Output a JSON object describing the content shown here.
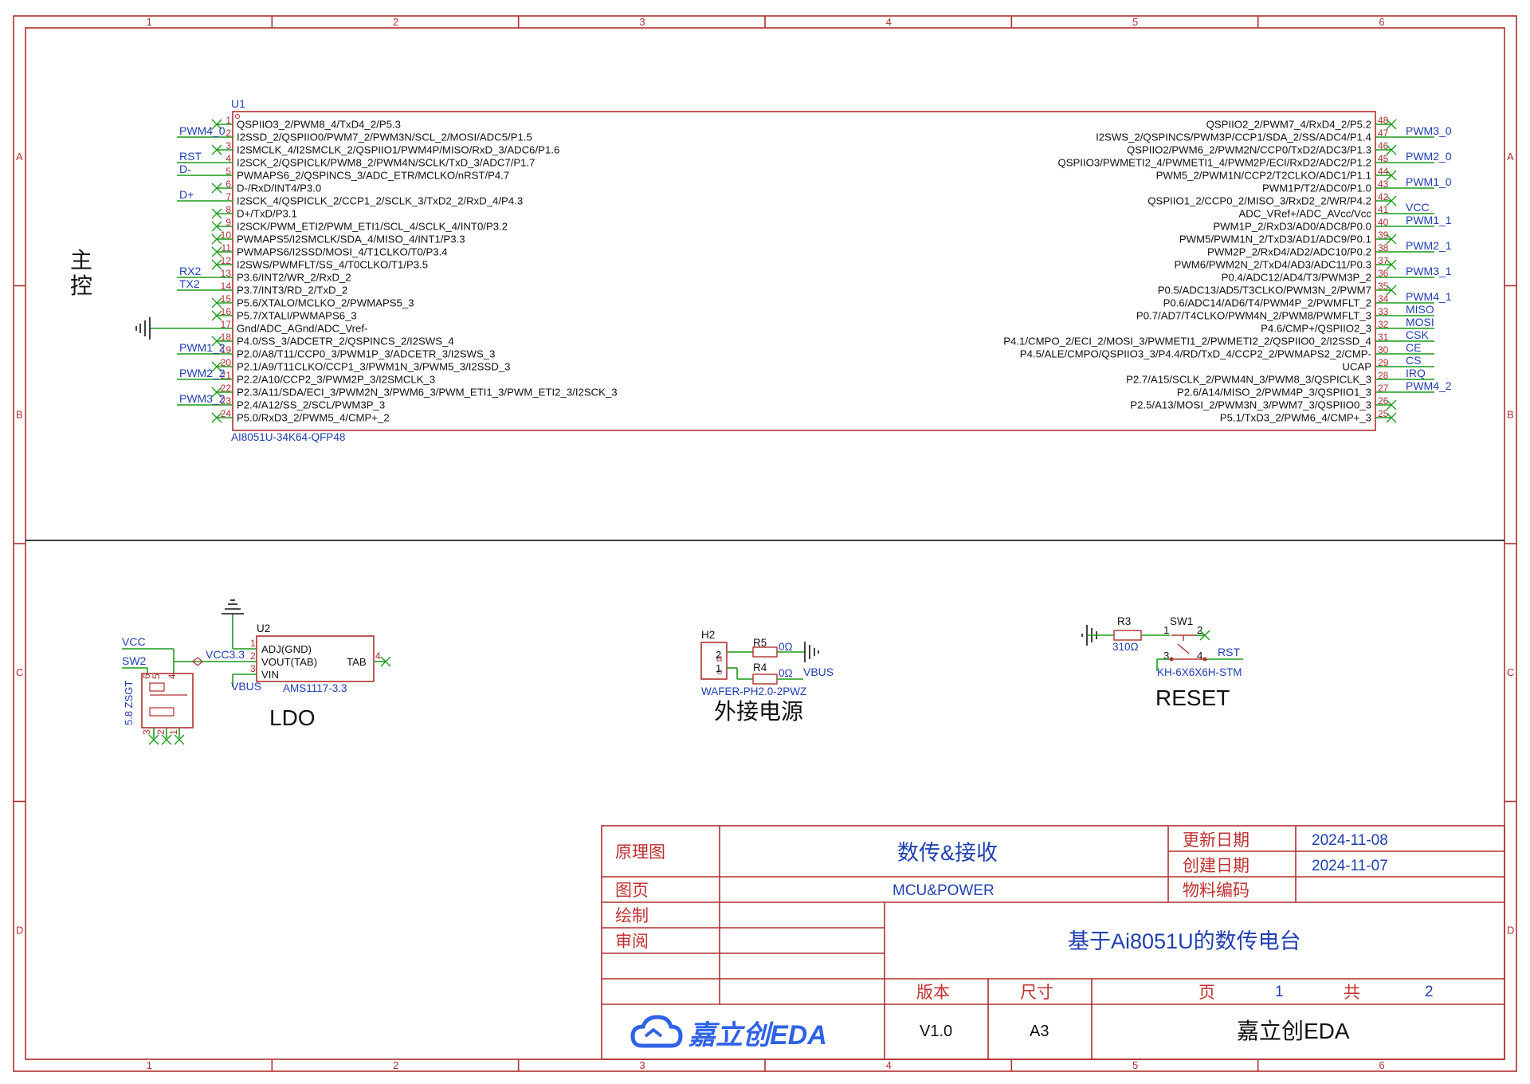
{
  "frame": {
    "cols": [
      "1",
      "2",
      "3",
      "4",
      "5",
      "6"
    ],
    "rows": [
      "A",
      "B",
      "C",
      "D"
    ]
  },
  "mcu": {
    "section_label_1": "主",
    "section_label_2": "控",
    "designator": "U1",
    "part": "AI8051U-34K64-QFP48",
    "left_pins": [
      {
        "num": "1",
        "name": "QSPIIO3_2/PWM8_4/TxD4_2/P5.3",
        "net": ""
      },
      {
        "num": "2",
        "name": "I2SSD_2/QSPIIO0/PWM7_2/PWM3N/SCL_2/MOSI/ADC5/P1.5",
        "net": "PWM4_0"
      },
      {
        "num": "3",
        "name": "I2SMCLK_4/I2SMCLK_2/QSPIIO1/PWM4P/MISO/RxD_3/ADC6/P1.6",
        "net": ""
      },
      {
        "num": "4",
        "name": "I2SCK_2/QSPICLK/PWM8_2/PWM4N/SCLK/TxD_3/ADC7/P1.7",
        "net": "RST"
      },
      {
        "num": "5",
        "name": "PWMAPS6_2/QSPINCS_3/ADC_ETR/MCLKO/nRST/P4.7",
        "net": "D-"
      },
      {
        "num": "6",
        "name": "D-/RxD/INT4/P3.0",
        "net": ""
      },
      {
        "num": "7",
        "name": "I2SCK_4/QSPICLK_2/CCP1_2/SCLK_3/TxD2_2/RxD_4/P4.3",
        "net": "D+"
      },
      {
        "num": "8",
        "name": "D+/TxD/P3.1",
        "net": ""
      },
      {
        "num": "9",
        "name": "I2SCK/PWM_ETI2/PWM_ETI1/SCL_4/SCLK_4/INT0/P3.2",
        "net": ""
      },
      {
        "num": "10",
        "name": "PWMAPS5/I2SMCLK/SDA_4/MISO_4/INT1/P3.3",
        "net": ""
      },
      {
        "num": "11",
        "name": "PWMAPS6/I2SSD/MOSI_4/T1CLKO/T0/P3.4",
        "net": ""
      },
      {
        "num": "12",
        "name": "I2SWS/PWMFLT/SS_4/T0CLKO/T1/P3.5",
        "net": ""
      },
      {
        "num": "13",
        "name": "P3.6/INT2/WR_2/RxD_2",
        "net": "RX2"
      },
      {
        "num": "14",
        "name": "P3.7/INT3/RD_2/TxD_2",
        "net": "TX2"
      },
      {
        "num": "15",
        "name": "P5.6/XTALO/MCLKO_2/PWMAPS5_3",
        "net": ""
      },
      {
        "num": "16",
        "name": "P5.7/XTALI/PWMAPS6_3",
        "net": ""
      },
      {
        "num": "17",
        "name": "Gnd/ADC_AGnd/ADC_Vref-",
        "net": ""
      },
      {
        "num": "18",
        "name": "P4.0/SS_3/ADCETR_2/QSPINCS_2/I2SWS_4",
        "net": ""
      },
      {
        "num": "19",
        "name": "P2.0/A8/T11/CCP0_3/PWM1P_3/ADCETR_3/I2SWS_3",
        "net": "PWM1_2"
      },
      {
        "num": "20",
        "name": "P2.1/A9/T11CLKO/CCP1_3/PWM1N_3/PWM5_3/I2SSD_3",
        "net": ""
      },
      {
        "num": "21",
        "name": "P2.2/A10/CCP2_3/PWM2P_3/I2SMCLK_3",
        "net": "PWM2_2"
      },
      {
        "num": "22",
        "name": "P2.3/A11/SDA/ECI_3/PWM2N_3/PWM6_3/PWM_ETI1_3/PWM_ETI2_3/I2SCK_3",
        "net": ""
      },
      {
        "num": "23",
        "name": "P2.4/A12/SS_2/SCL/PWM3P_3",
        "net": "PWM3_2"
      },
      {
        "num": "24",
        "name": "P5.0/RxD3_2/PWM5_4/CMP+_2",
        "net": ""
      }
    ],
    "right_pins": [
      {
        "num": "48",
        "name": "QSPIIO2_2/PWM7_4/RxD4_2/P5.2",
        "net": ""
      },
      {
        "num": "47",
        "name": "I2SWS_2/QSPINCS/PWM3P/CCP1/SDA_2/SS/ADC4/P1.4",
        "net": "PWM3_0"
      },
      {
        "num": "46",
        "name": "QSPIIO2/PWM6_2/PWM2N/CCP0/TxD2/ADC3/P1.3",
        "net": ""
      },
      {
        "num": "45",
        "name": "QSPIIO3/PWMETI2_4/PWMETI1_4/PWM2P/ECI/RxD2/ADC2/P1.2",
        "net": "PWM2_0"
      },
      {
        "num": "44",
        "name": "PWM5_2/PWM1N/CCP2/T2CLKO/ADC1/P1.1",
        "net": ""
      },
      {
        "num": "43",
        "name": "PWM1P/T2/ADC0/P1.0",
        "net": "PWM1_0"
      },
      {
        "num": "42",
        "name": "QSPIIO1_2/CCP0_2/MISO_3/RxD2_2/WR/P4.2",
        "net": ""
      },
      {
        "num": "41",
        "name": "ADC_VRef+/ADC_AVcc/Vcc",
        "net": "VCC"
      },
      {
        "num": "40",
        "name": "PWM1P_2/RxD3/AD0/ADC8/P0.0",
        "net": "PWM1_1"
      },
      {
        "num": "39",
        "name": "PWM5/PWM1N_2/TxD3/AD1/ADC9/P0.1",
        "net": ""
      },
      {
        "num": "38",
        "name": "PWM2P_2/RxD4/AD2/ADC10/P0.2",
        "net": "PWM2_1"
      },
      {
        "num": "37",
        "name": "PWM6/PWM2N_2/TxD4/AD3/ADC11/P0.3",
        "net": ""
      },
      {
        "num": "36",
        "name": "P0.4/ADC12/AD4/T3/PWM3P_2",
        "net": "PWM3_1"
      },
      {
        "num": "35",
        "name": "P0.5/ADC13/AD5/T3CLKO/PWM3N_2/PWM7",
        "net": ""
      },
      {
        "num": "34",
        "name": "P0.6/ADC14/AD6/T4/PWM4P_2/PWMFLT_2",
        "net": "PWM4_1"
      },
      {
        "num": "33",
        "name": "P0.7/AD7/T4CLKO/PWM4N_2/PWM8/PWMFLT_3",
        "net": "MISO"
      },
      {
        "num": "32",
        "name": "P4.6/CMP+/QSPIIO2_3",
        "net": "MOSI"
      },
      {
        "num": "31",
        "name": "P4.1/CMPO_2/ECI_2/MOSI_3/PWMETI1_2/PWMETI2_2/QSPIIO0_2/I2SSD_4",
        "net": "CSK"
      },
      {
        "num": "30",
        "name": "P4.5/ALE/CMPO/QSPIIO3_3/P4.4/RD/TxD_4/CCP2_2/PWMAPS2_2/CMP-",
        "net": "CE"
      },
      {
        "num": "29",
        "name": "UCAP",
        "net": "CS"
      },
      {
        "num": "28",
        "name": "P2.7/A15/SCLK_2/PWM4N_3/PWM8_3/QSPICLK_3",
        "net": "IRQ"
      },
      {
        "num": "27",
        "name": "P2.6/A14/MISO_2/PWM4P_3/QSPIIO1_3",
        "net": "PWM4_2"
      },
      {
        "num": "26",
        "name": "P2.5/A13/MOSI_2/PWM3N_3/PWM7_3/QSPIIO0_3",
        "net": ""
      },
      {
        "num": "25",
        "name": "P5.1/TxD3_2/PWM6_4/CMP+_3",
        "net": ""
      }
    ]
  },
  "ldo": {
    "title": "LDO",
    "designator": "U2",
    "part": "AMS1117-3.3",
    "pin_names": [
      "ADJ(GND)",
      "VOUT(TAB)",
      "VIN",
      "TAB"
    ],
    "pin_nums": [
      "1",
      "2",
      "3",
      "4"
    ],
    "nets": {
      "vcc": "VCC",
      "sw2": "SW2",
      "vcc33": "VCC3.3",
      "vbus": "VBUS"
    },
    "switch_part": "5.8 ZSGT",
    "switch_pins": [
      "6",
      "5",
      "4",
      "3",
      "2",
      "1"
    ]
  },
  "power": {
    "title": "外接电源",
    "designator": "H2",
    "part": "WAFER-PH2.0-2PWZ",
    "pins": [
      "2",
      "1"
    ],
    "r5": {
      "ref": "R5",
      "value": "0Ω"
    },
    "r4": {
      "ref": "R4",
      "value": "0Ω"
    },
    "vbus": "VBUS"
  },
  "reset": {
    "title": "RESET",
    "r3": {
      "ref": "R3",
      "value": "310Ω"
    },
    "switch": "SW1",
    "part": "KH-6X6X6H-STM",
    "pins": [
      "1",
      "2",
      "3",
      "4"
    ],
    "net": "RST"
  },
  "titleblock": {
    "label_schematic": "原理图",
    "title": "数传&接收",
    "label_updated": "更新日期",
    "updated": "2024-11-08",
    "label_created": "创建日期",
    "created": "2024-11-07",
    "label_page": "图页",
    "page_name": "MCU&POWER",
    "label_material": "物料编码",
    "label_drawn": "绘制",
    "label_review": "审阅",
    "project": "基于Ai8051U的数传电台",
    "label_version": "版本",
    "label_size": "尺寸",
    "label_pg": "页",
    "pg": "1",
    "label_total": "共",
    "total": "2",
    "logo": "嘉立创EDA",
    "version": "V1.0",
    "size": "A3",
    "company": "嘉立创EDA"
  }
}
